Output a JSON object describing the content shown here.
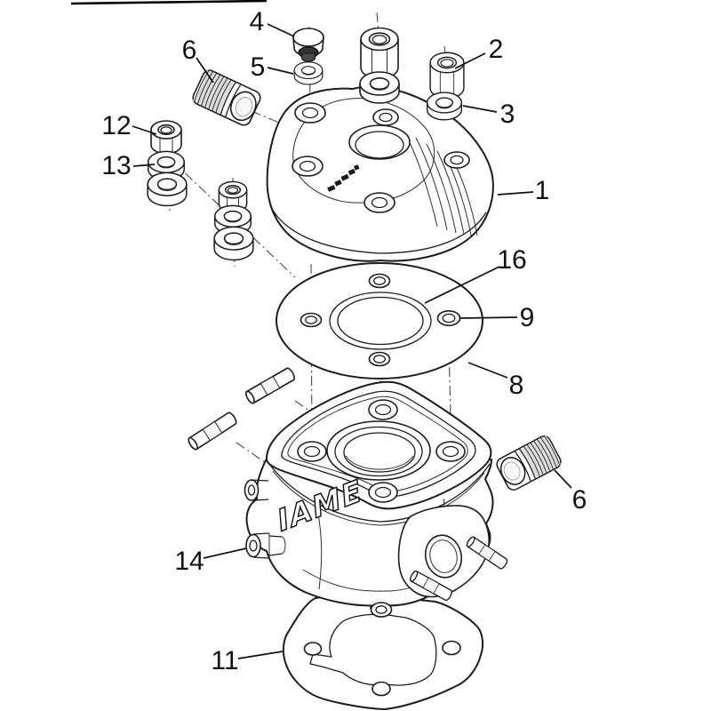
{
  "figure": {
    "logo_text": "IAME",
    "background": "#ffffff",
    "line_color": "#1c1c1c",
    "label_color": "#111111"
  },
  "callouts": [
    {
      "num": "4"
    },
    {
      "num": "6"
    },
    {
      "num": "5"
    },
    {
      "num": "2"
    },
    {
      "num": "3"
    },
    {
      "num": "12"
    },
    {
      "num": "13"
    },
    {
      "num": "1"
    },
    {
      "num": "16"
    },
    {
      "num": "9"
    },
    {
      "num": "8"
    },
    {
      "num": "6"
    },
    {
      "num": "14"
    },
    {
      "num": "11"
    }
  ]
}
